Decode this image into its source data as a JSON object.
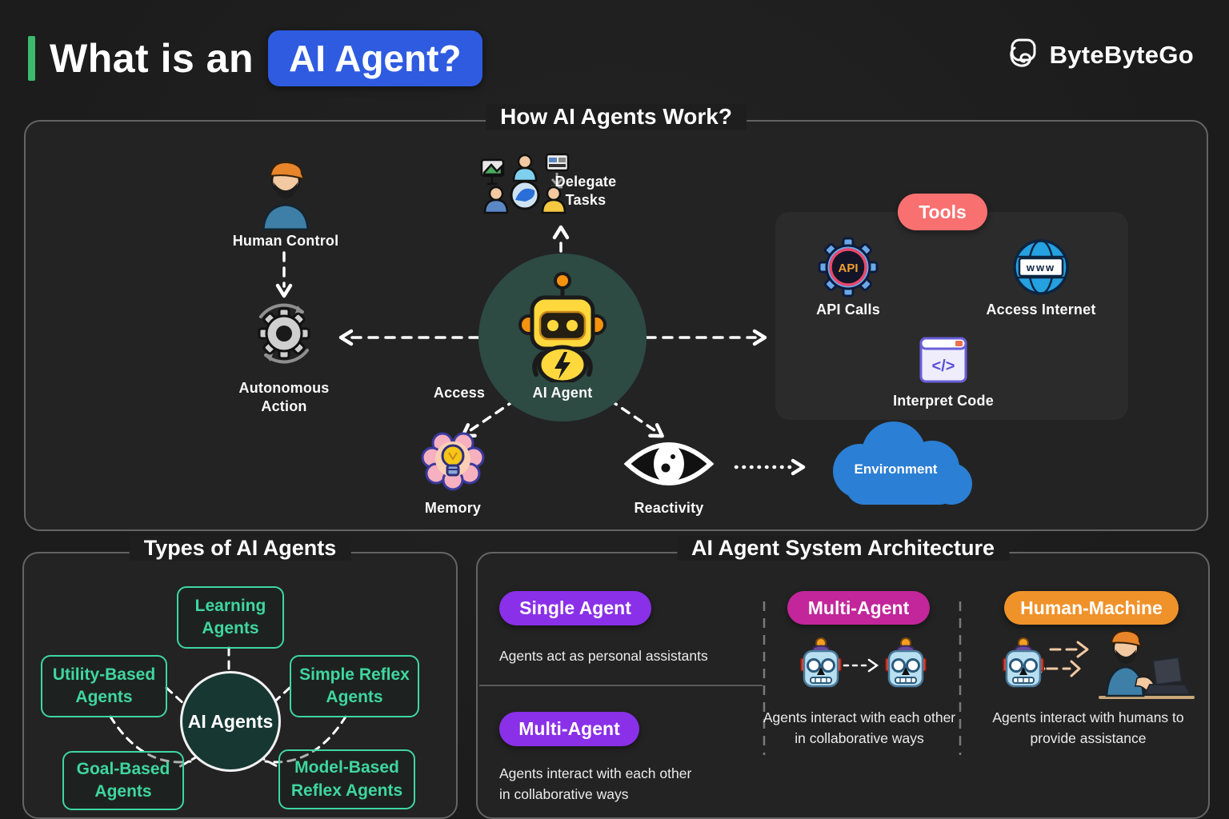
{
  "colors": {
    "badge_blue": "#2e5be0",
    "accent_green": "#3cb96d",
    "teal": "#3fd6a1",
    "purple": "#8a30e8",
    "magenta": "#c2269a",
    "orange": "#f0922a",
    "coral": "#f87070",
    "cloud_blue": "#2b7fd4"
  },
  "header": {
    "title_prefix": "What is an",
    "title_highlight": "AI Agent?",
    "brand": "ByteByteGo"
  },
  "how": {
    "title": "How AI Agents Work?",
    "human_control": "Human Control",
    "delegate_tasks": "Delegate Tasks",
    "autonomous_action": "Autonomous Action",
    "access": "Access",
    "ai_agent": "AI Agent",
    "memory": "Memory",
    "reactivity": "Reactivity",
    "environment": "Environment",
    "tools": {
      "label": "Tools",
      "items": [
        "API Calls",
        "Access Internet",
        "Interpret Code"
      ],
      "api_text": "API",
      "www_text": "www",
      "code_text": "</>"
    }
  },
  "types": {
    "title": "Types of AI Agents",
    "center": "AI Agents",
    "boxes": [
      "Learning Agents",
      "Utility-Based Agents",
      "Simple Reflex Agents",
      "Goal-Based Agents",
      "Model-Based Reflex Agents"
    ]
  },
  "architecture": {
    "title": "AI Agent System Architecture",
    "single": {
      "pill": "Single Agent",
      "desc": "Agents act as personal assistants"
    },
    "multi_left": {
      "pill": "Multi-Agent",
      "desc": "Agents interact with each other in collaborative ways"
    },
    "multi_mid": {
      "pill": "Multi-Agent",
      "desc": "Agents interact with each other in collaborative ways"
    },
    "human_machine": {
      "pill": "Human-Machine",
      "desc": "Agents interact with humans to provide assistance"
    }
  }
}
